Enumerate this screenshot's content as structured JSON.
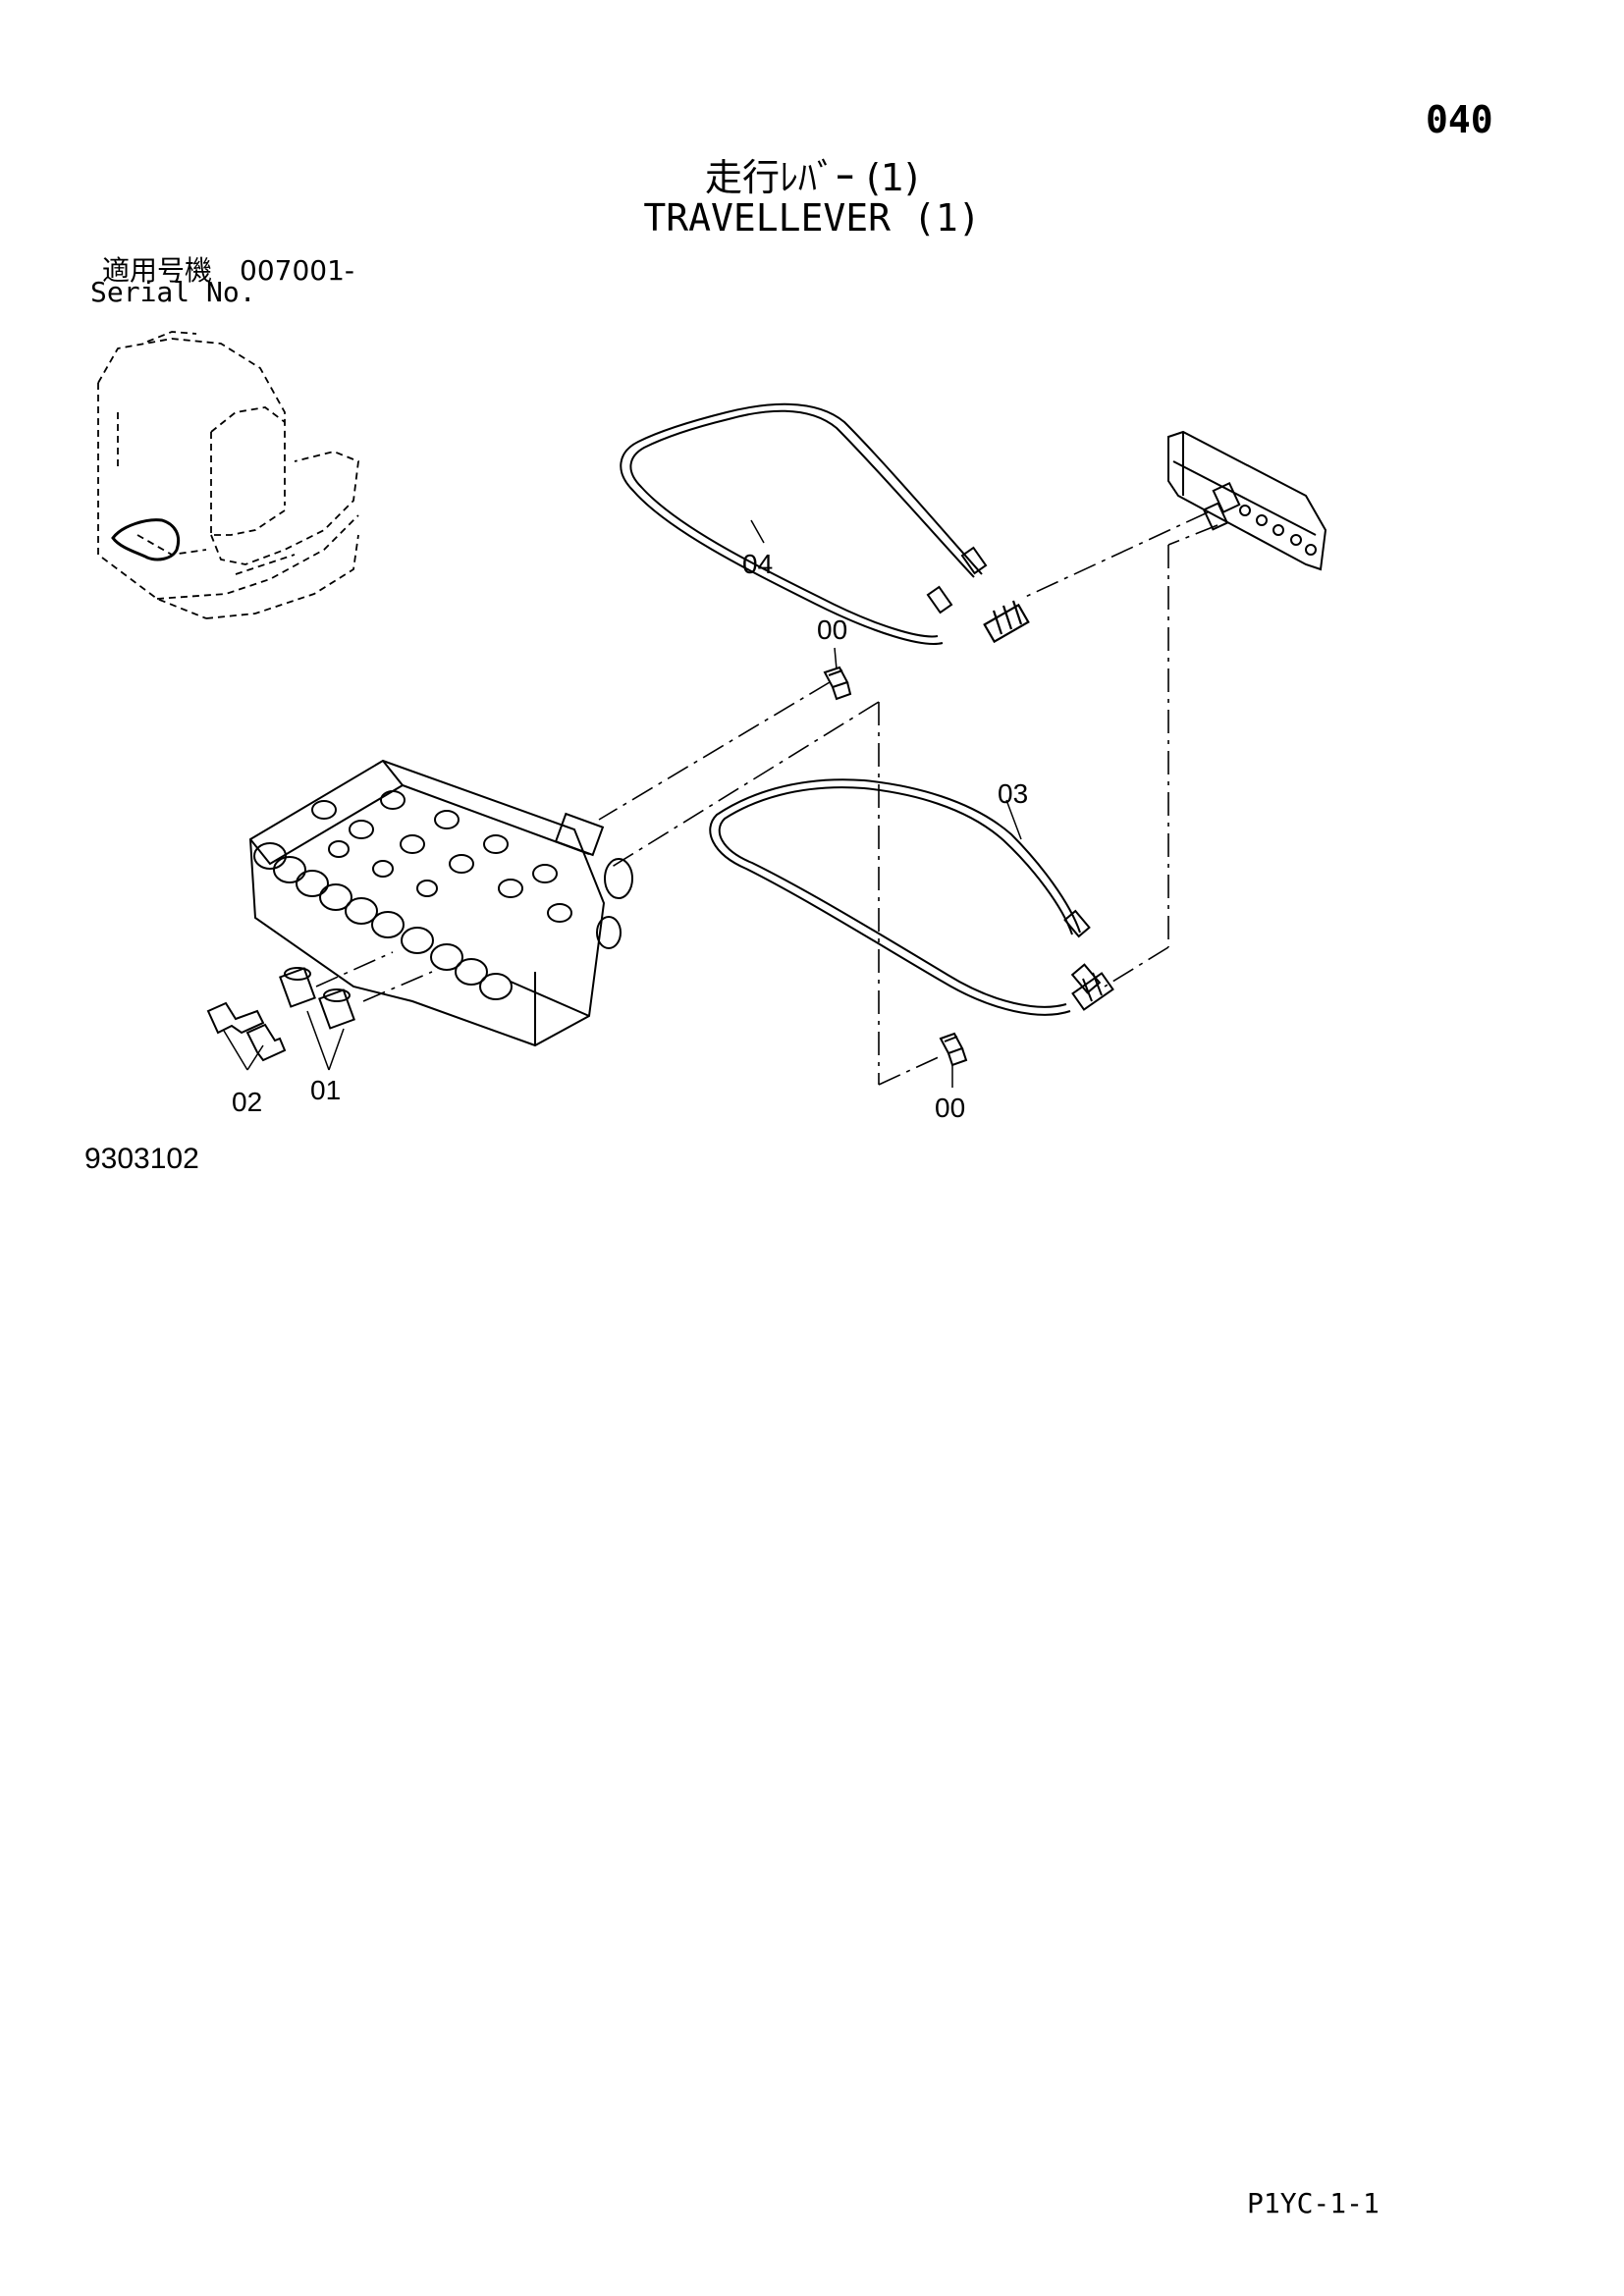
{
  "header": {
    "page_number": "040",
    "title_jp": "走行ﾚﾊﾞｰ (1)",
    "title_en": "TRAVELLEVER (1)",
    "serial_jp": "適用号機　007001-",
    "serial_en": "Serial No."
  },
  "diagram": {
    "callouts": [
      "04",
      "00",
      "03",
      "01",
      "02",
      "00"
    ]
  },
  "footer": {
    "figure_id": "9303102",
    "page_code": "P1YC-1-1"
  }
}
